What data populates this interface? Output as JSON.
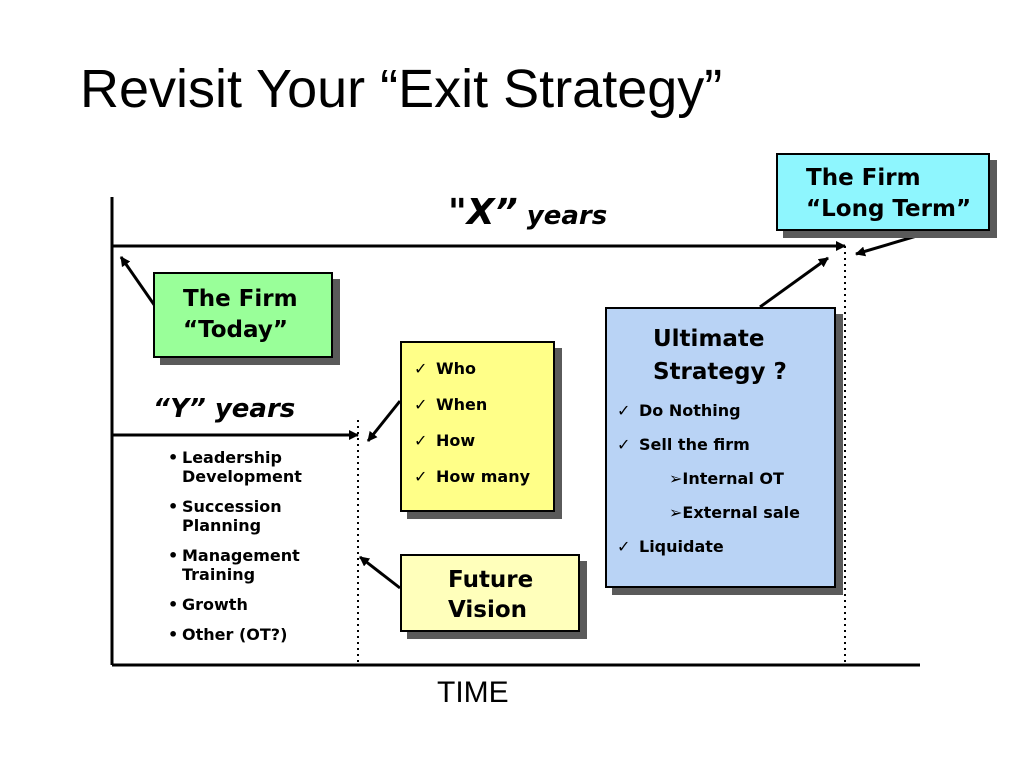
{
  "slide": {
    "title": "Revisit Your “Exit Strategy”"
  },
  "x_label": {
    "quoted": "\"X”",
    "suffix": " years"
  },
  "y_label": "“Y” years",
  "time_label": "TIME",
  "firm_today": {
    "line1": "The Firm",
    "line2": "“Today”",
    "color": "#99ff99"
  },
  "firm_long_term": {
    "line1": "The Firm",
    "line2": "“Long Term”",
    "color": "#8ef6fe"
  },
  "questions": {
    "color": "#ffff88",
    "items": [
      "Who",
      "When",
      "How",
      "How many"
    ]
  },
  "future_vision": {
    "line1": "Future",
    "line2": "Vision",
    "color": "#ffffbb"
  },
  "ultimate_strategy": {
    "color": "#b9d3f5",
    "title_line1": "Ultimate",
    "title_line2": "Strategy ?",
    "items": [
      "Do Nothing",
      "Sell the firm",
      "Liquidate"
    ],
    "sub_items": [
      "Internal OT",
      "External sale"
    ]
  },
  "bullets": [
    {
      "line1": "Leadership",
      "line2": "Development"
    },
    {
      "line1": "Succession",
      "line2": "Planning"
    },
    {
      "line1": "Management",
      "line2": "Training"
    },
    {
      "line1": "Growth",
      "line2": ""
    },
    {
      "line1": "Other (OT?)",
      "line2": ""
    }
  ],
  "icons": {
    "check": "✓",
    "sub_arrow": "➢",
    "bullet": "•"
  }
}
